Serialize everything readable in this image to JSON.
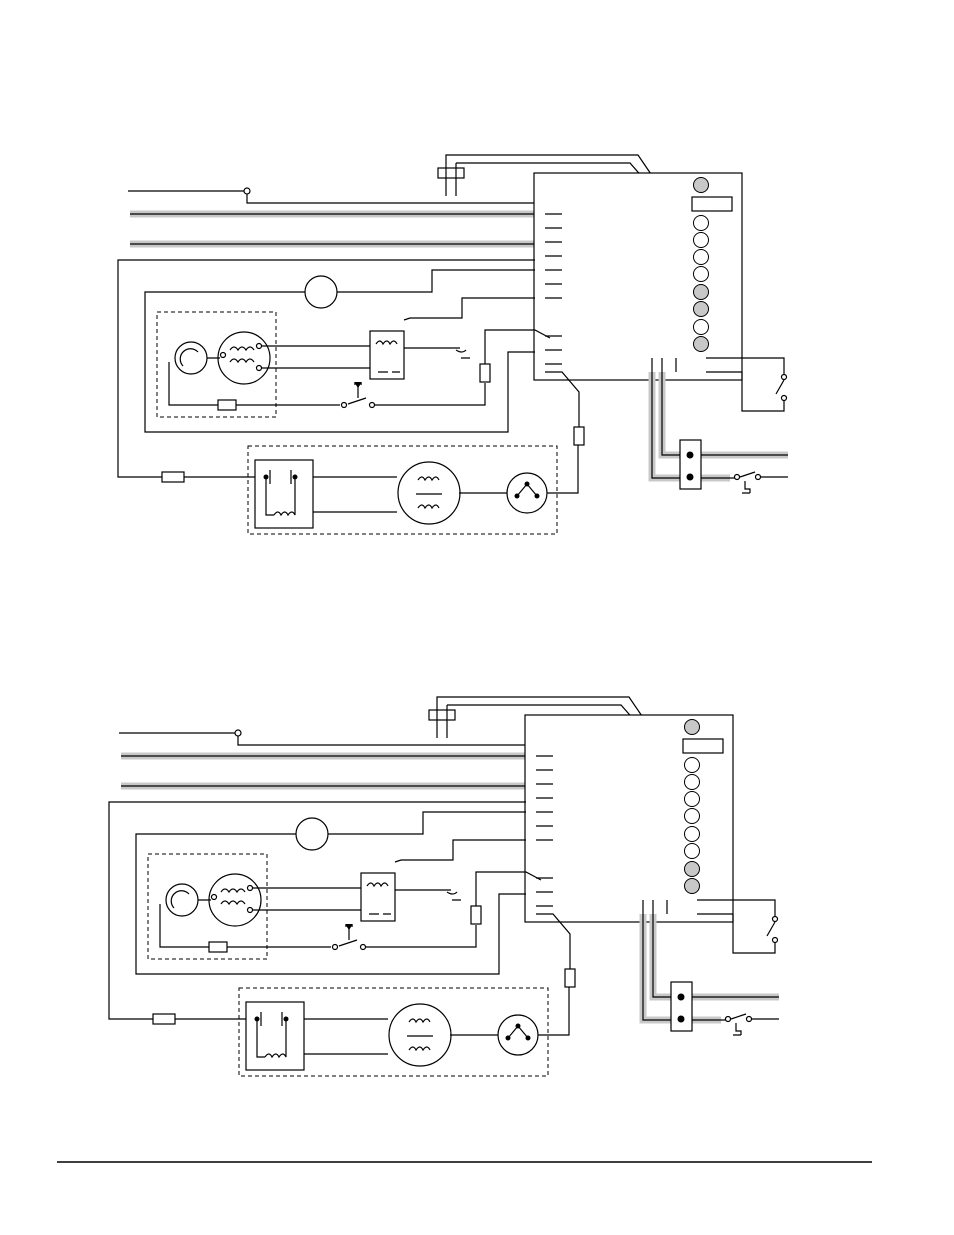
{
  "diagrams": [
    {
      "board_leds": [
        "gray",
        "white",
        "white",
        "white",
        "white",
        "gray",
        "gray",
        "white",
        "gray"
      ]
    },
    {
      "board_leds": [
        "gray",
        "white",
        "white",
        "white",
        "white",
        "white",
        "white",
        "gray",
        "gray"
      ]
    }
  ],
  "colors": {
    "wire": "#000000",
    "harness": "#c8c8c8",
    "led_gray": "#c8c8c8",
    "led_white": "#ffffff"
  }
}
